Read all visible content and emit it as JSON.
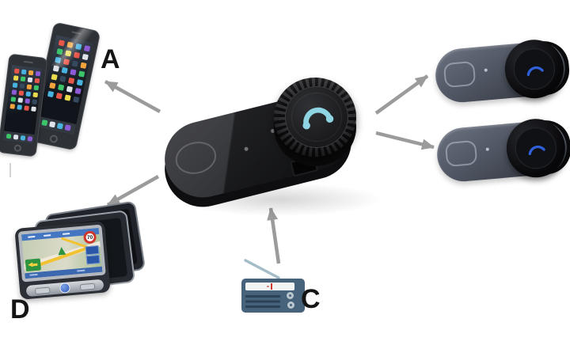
{
  "scene": {
    "background_color": "#ffffff"
  },
  "labels": {
    "smartphones": "A",
    "radio": "C",
    "gps": "D"
  },
  "gps": {
    "speed_limit_sign": "70"
  },
  "icons": {
    "hub_dial_button": "phone-handset-icon",
    "intercom_top_dial_button": "phone-handset-icon",
    "intercom_bottom_dial_button": "phone-handset-icon",
    "radio": "fm-radio-icon"
  },
  "colors": {
    "arrow": "#9b9b9b",
    "hub_phone_icon": "#8ed4e2",
    "intercom_phone_icon": "#3060d8",
    "radio_body": "#47637c",
    "radio_grille": "#2c4357",
    "radio_antenna": "#a5bdc9",
    "label_text": "#151515",
    "gps_sign_ring": "#cf372c",
    "artifact_line": "#c2c5c7"
  }
}
